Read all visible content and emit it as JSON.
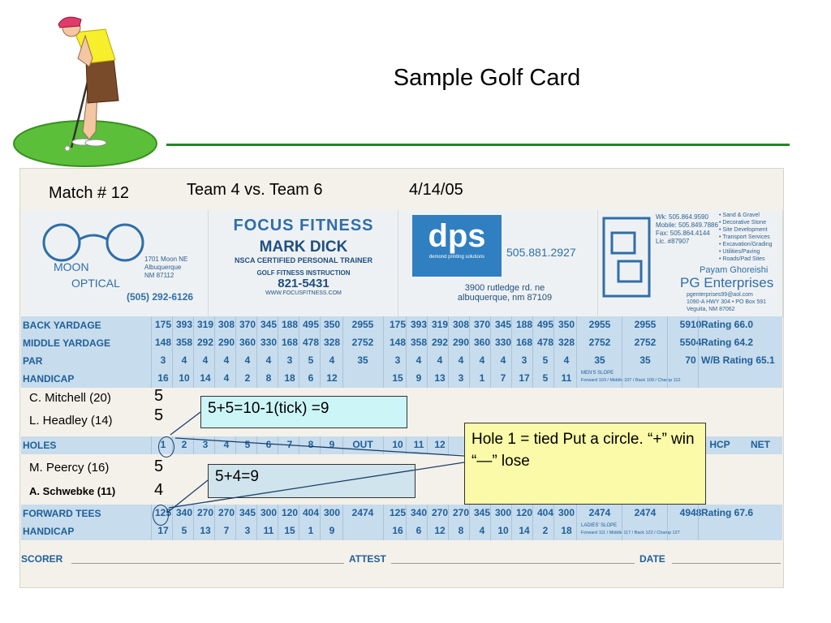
{
  "title": "Sample Golf Card",
  "header": {
    "match": "Match # 12",
    "teams": "Team 4 vs. Team 6",
    "date": "4/14/05"
  },
  "sponsors": {
    "moon": {
      "name1": "MOON",
      "name2": "OPTICAL",
      "address": [
        "1701 Moon NE",
        "Albuquerque",
        "NM 87112"
      ],
      "phone": "(505) 292-6126"
    },
    "focus": {
      "brand": "FOCUS FITNESS",
      "name": "MARK DICK",
      "subtitle": "NSCA CERTIFIED PERSONAL TRAINER",
      "service": "GOLF FITNESS INSTRUCTION",
      "phone": "821-5431",
      "web": "WWW.FOCUSFITNESS.COM"
    },
    "dps": {
      "logo": "dps",
      "tagline": "demond printing solutions",
      "phone": "505.881.2927",
      "address": [
        "3900 rutledge rd. ne",
        "albuquerque, nm 87109"
      ]
    },
    "pg": {
      "contact": [
        "Wk: 505.864.9590",
        "Mobile: 505.849.7886",
        "Fax: 505.864.4144",
        "Lic. #87907"
      ],
      "services": [
        "• Sand & Gravel",
        "• Decorative Stone",
        "• Site Development",
        "• Transport Services",
        "• Excavation/Grading",
        "• Utilities/Paving",
        "• Roads/Pad Sites"
      ],
      "owner": "Payam Ghoreishi",
      "name": "PG Enterprises",
      "address": [
        "pgenterprises99@aol.com",
        "1090-A HWY 304 • PO Box 591",
        "Veguita, NM 87062"
      ]
    }
  },
  "grid": {
    "back_yardage": {
      "label": "BACK YARDAGE",
      "out": [
        "175",
        "393",
        "319",
        "308",
        "370",
        "345",
        "188",
        "495",
        "350"
      ],
      "out_total": "2955",
      "in": [
        "175",
        "393",
        "319",
        "308",
        "370",
        "345",
        "188",
        "495",
        "350"
      ],
      "in_total": "2955",
      "tot": "2955",
      "total": "5910",
      "rating": "Rating 66.0"
    },
    "middle_yardage": {
      "label": "MIDDLE YARDAGE",
      "out": [
        "148",
        "358",
        "292",
        "290",
        "360",
        "330",
        "168",
        "478",
        "328"
      ],
      "out_total": "2752",
      "in": [
        "148",
        "358",
        "292",
        "290",
        "360",
        "330",
        "168",
        "478",
        "328"
      ],
      "in_total": "2752",
      "tot": "2752",
      "total": "5504",
      "rating": "Rating 64.2"
    },
    "par": {
      "label": "PAR",
      "out": [
        "3",
        "4",
        "4",
        "4",
        "4",
        "4",
        "3",
        "5",
        "4"
      ],
      "out_total": "35",
      "in": [
        "3",
        "4",
        "4",
        "4",
        "4",
        "4",
        "3",
        "5",
        "4"
      ],
      "in_total": "35",
      "tot": "35",
      "total": "70",
      "rating": "W/B Rating 65.1"
    },
    "handicap": {
      "label": "HANDICAP",
      "out": [
        "16",
        "10",
        "14",
        "4",
        "2",
        "8",
        "18",
        "6",
        "12"
      ],
      "in": [
        "15",
        "9",
        "13",
        "3",
        "1",
        "7",
        "17",
        "5",
        "11"
      ],
      "note1": "MEN'S SLOPE",
      "note2": "Forward 103 / Middle 107 / Back 109 / Champ 112"
    },
    "holes": {
      "label": "HOLES",
      "out": [
        "1",
        "2",
        "3",
        "4",
        "5",
        "6",
        "7",
        "8",
        "9"
      ],
      "out_label": "OUT",
      "in": [
        "10",
        "11",
        "12"
      ],
      "hcp": "HCP",
      "net": "NET"
    },
    "forward_tees": {
      "label": "FORWARD TEES",
      "out": [
        "125",
        "340",
        "270",
        "270",
        "345",
        "300",
        "120",
        "404",
        "300"
      ],
      "out_total": "2474",
      "in": [
        "125",
        "340",
        "270",
        "270",
        "345",
        "300",
        "120",
        "404",
        "300"
      ],
      "in_total": "2474",
      "tot": "2474",
      "total": "4948",
      "rating": "Rating 67.6"
    },
    "handicap2": {
      "label": "HANDICAP",
      "out": [
        "17",
        "5",
        "13",
        "7",
        "3",
        "11",
        "15",
        "1",
        "9"
      ],
      "in": [
        "16",
        "6",
        "12",
        "8",
        "4",
        "10",
        "14",
        "2",
        "18"
      ],
      "note1": "LADIES' SLOPE",
      "note2": "Forward 111 / Middle 117 / Back 122 / Champ 127"
    },
    "footer": {
      "scorer": "SCORER",
      "attest": "ATTEST",
      "date": "DATE"
    }
  },
  "players": [
    {
      "name": "C. Mitchell (20)",
      "score": "5"
    },
    {
      "name": "L. Headley (14)",
      "score": "5"
    },
    {
      "name": "M. Peercy (16)",
      "score": "5"
    },
    {
      "name": "A. Schwebke (11)",
      "score": "4"
    }
  ],
  "annotations": {
    "box1": "5+5=10-1(tick) =9",
    "box2": "5+4=9",
    "box3": "Hole 1 = tied  Put a circle.    “+” win  “—” lose"
  },
  "colors": {
    "accent_green": "#1f8a1f",
    "card_blue": "#1f5f99",
    "band": "#c7dced",
    "note_yellow": "#fafaa8"
  }
}
